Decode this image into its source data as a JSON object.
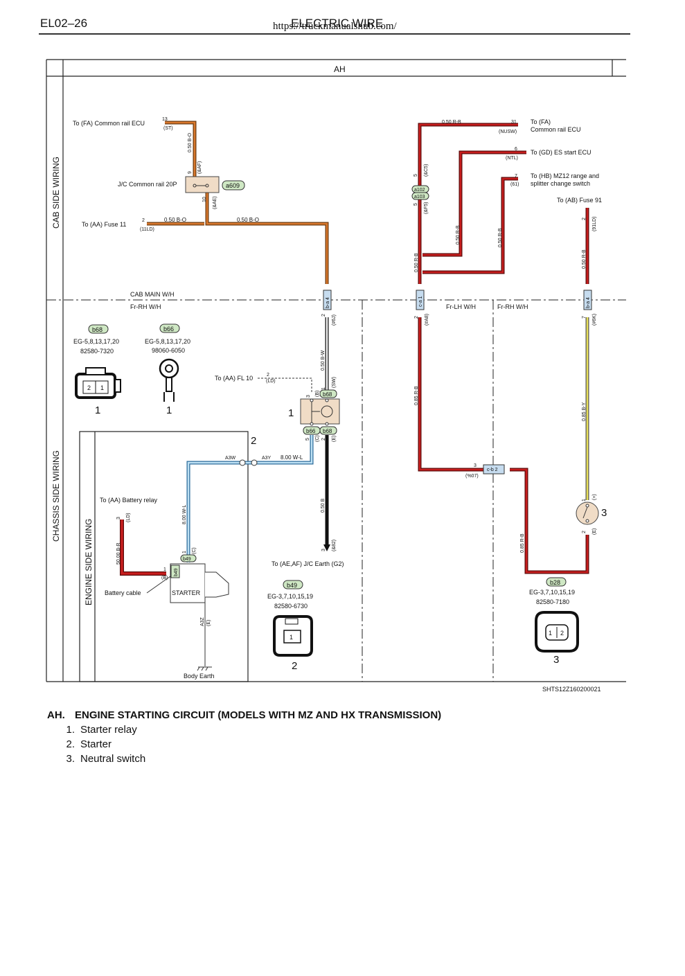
{
  "header": {
    "code": "EL02–26",
    "title": "ELECTRIC WIRE",
    "url": "https://truckmanualshub.com/"
  },
  "section": {
    "id": "AH",
    "cab_label": "CAB SIDE WIRING",
    "chassis_label": "CHASSIS SIDE WIRING",
    "engine_label": "ENGINE SIDE WIRING"
  },
  "harness": {
    "cab_main": "CAB MAIN W/H",
    "fr_rh_left": "Fr-RH W/H",
    "fr_lh": "Fr-LH W/H",
    "fr_rh_right": "Fr-RH W/H"
  },
  "destinations": {
    "fa_ecu_left": "To (FA) Common rail ECU",
    "aa_fuse11": "To (AA) Fuse 11",
    "aa_fl10": "To (AA) FL 10",
    "aa_battery_relay": "To (AA) Battery relay",
    "ae_earth": "To (AE,AF) J/C Earth (G2)",
    "fa_ecu_right_1": "To (FA)",
    "fa_ecu_right_2": "Common rail ECU",
    "gd_es": "To (GD) ES start ECU",
    "hb_1": "To (HB) MZ12 range and",
    "hb_2": "splitter change switch",
    "ab_fuse91": "To (AB) Fuse 91",
    "battery_cable": "Battery cable",
    "body_earth": "Body Earth",
    "starter": "STARTER"
  },
  "jc": {
    "label": "J/C Common rail 20P",
    "code": "a609"
  },
  "wires": {
    "bo_050": "0.50 B-O",
    "bw_050": "0.50 B-W",
    "b_050": "0.50 B",
    "wl_800": "8.00 W-L",
    "br_5000": "50.00 B-R",
    "rb_050": "0.50 R-B",
    "rb_085": "0.85 R-B",
    "by_085": "0.85 B-Y"
  },
  "pins": {
    "p13": "13",
    "st": "(ST)",
    "p9": "9",
    "af": "(&AF)",
    "p10": "10",
    "ae": "(&AE)",
    "p2": "2",
    "ld11": "(11LD)",
    "p3": "3",
    "ld": "(LD)",
    "p1": "1",
    "sw": "(SW)",
    "b": "(B)",
    "p5": "5",
    "c": "(C)",
    "e": "(E)",
    "j6": "(#6J)",
    "e82": "(&82)",
    "a3w": "A3W",
    "a3y": "A3Y",
    "a3z": "A3Z",
    "c_only": "(C)",
    "p31": "31",
    "nusw": "(NUSW)",
    "p6": "6",
    "ntl": "(NTL)",
    "p7": "7",
    "p61": "(61)",
    "c5": "(&C5)",
    "f5": "(&F5)",
    "a8": "(#A8)",
    "p07": "(%07)",
    "ld91": "(91LD)",
    "k6": "(#6K)",
    "plus": "(+)",
    "e_paren": "(E)"
  },
  "connectors": {
    "ba4_left": "b-a 4",
    "ca1": "c-a 1",
    "ba4_right": "b-a 4",
    "cb2": "c-b 2",
    "a102": "a102",
    "a103": "a103"
  },
  "parts": [
    {
      "code": "b68",
      "eg": "EG-5,8,13,17,20",
      "pn": "82580-7320",
      "num": "1"
    },
    {
      "code": "b66",
      "eg": "EG-5,8,13,17,20",
      "pn": "98060-6050",
      "num": "1"
    },
    {
      "code": "b49",
      "eg": "EG-3,7,10,15,19",
      "pn": "82580-6730",
      "num": "2"
    },
    {
      "code": "b28",
      "eg": "EG-3,7,10,15,19",
      "pn": "82580-7180",
      "num": "3"
    }
  ],
  "callouts": {
    "relay": "1",
    "starter": "2",
    "neutral": "3"
  },
  "sheet_id": "SHTS12Z160200021",
  "caption": {
    "code": "AH.",
    "title": "ENGINE STARTING CIRCUIT (MODELS WITH MZ AND HX TRANSMISSION)",
    "items": [
      {
        "num": "1.",
        "label": "Starter relay"
      },
      {
        "num": "2.",
        "label": "Starter"
      },
      {
        "num": "3.",
        "label": "Neutral switch"
      }
    ]
  },
  "colors": {
    "orange": "#d9782d",
    "red": "#c81e1e",
    "blue": "#6fb6e0",
    "yellow": "#e8e05a",
    "green_tag": "#cfe8c4",
    "black": "#1a1a1a"
  }
}
